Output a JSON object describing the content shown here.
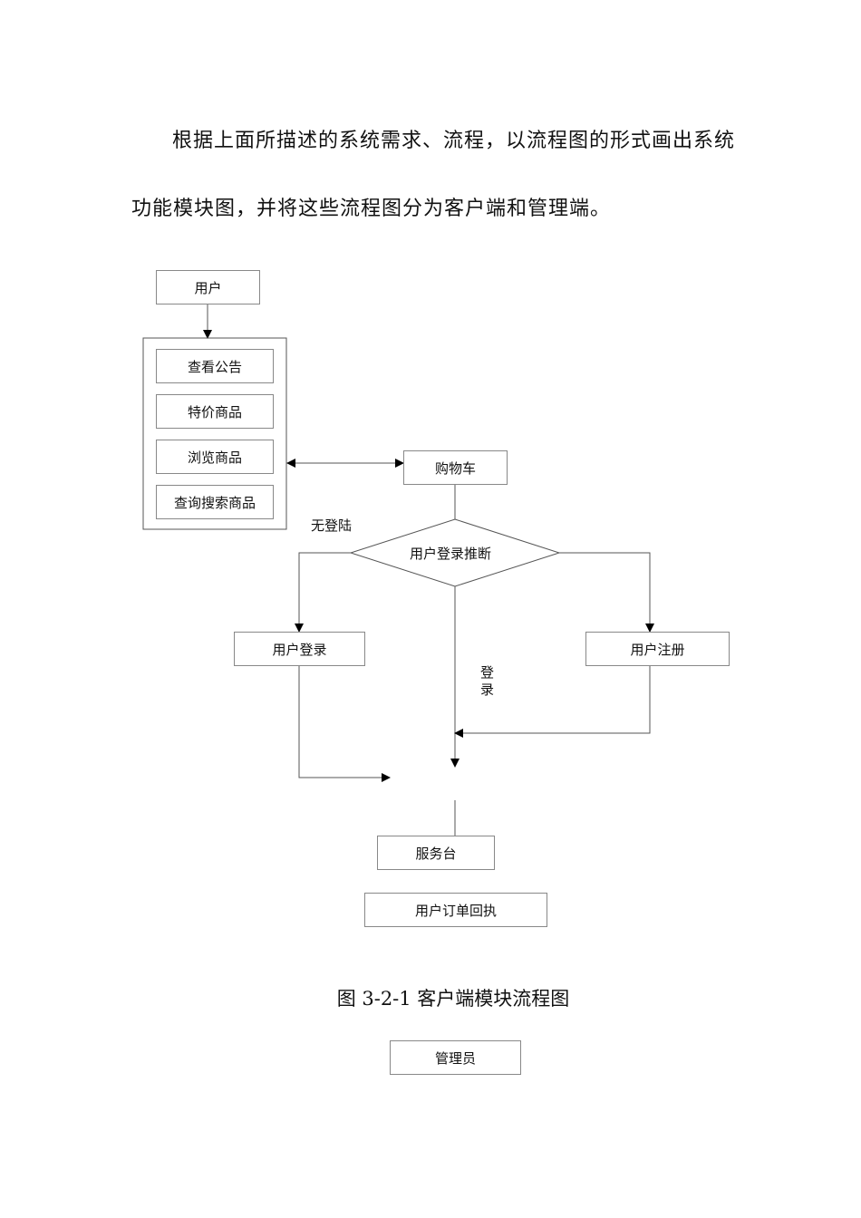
{
  "text": {
    "paragraph_line1": "根据上面所描述的系统需求、流程，以流程图的形式画出系统",
    "paragraph_line2": "功能模块图，并将这些流程图分为客户端和管理端。"
  },
  "diagram": {
    "user": "用户",
    "menu": [
      "查看公告",
      "特价商品",
      "浏览商品",
      "查询搜索商品"
    ],
    "cart": "购物车",
    "no_login": "无登陆",
    "decision": "用户登录推断",
    "user_login": "用户登录",
    "user_register": "用户注册",
    "login_char1": "登",
    "login_char2": "录",
    "service_desk": "服务台",
    "order_receipt": "用户订单回执"
  },
  "caption": "图 3-2-1 客户端模块流程图",
  "admin": "管理员"
}
